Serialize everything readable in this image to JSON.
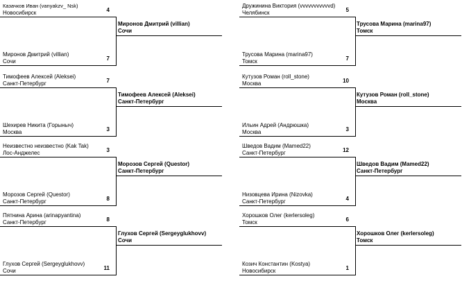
{
  "left": [
    {
      "p1": {
        "name": "Казачков Иван (vanyakzv_ Nsk)",
        "city": "Новосибирск",
        "score": "4"
      },
      "p2": {
        "name": "Миронов Дмитрий (villian)",
        "city": "Сочи",
        "score": "7"
      },
      "winner": {
        "name": "Миронов Дмитрий (villian)",
        "city": "Сочи"
      }
    },
    {
      "p1": {
        "name": "Тимофеев Алексей (Aleksei)",
        "city": "Санкт-Петербург",
        "score": "7"
      },
      "p2": {
        "name": "Шехирев Никита (Горыныч)",
        "city": "Москва",
        "score": "3"
      },
      "winner": {
        "name": "Тимофеев Алексей (Aleksei)",
        "city": "Санкт-Петербург"
      }
    },
    {
      "p1": {
        "name": "Неизвестно неизвестно (Kak Tak)",
        "city": "Лос-Анджелес",
        "score": "3"
      },
      "p2": {
        "name": "Морозов Сергей (Questor)",
        "city": "Санкт-Петербург",
        "score": "8"
      },
      "winner": {
        "name": "Морозов Сергей (Questor)",
        "city": "Санкт-Петербург"
      }
    },
    {
      "p1": {
        "name": "Пятнина Арина (arinapyantina)",
        "city": "Санкт-Петербург",
        "score": "8"
      },
      "p2": {
        "name": "Глухов Сергей (Sergeyglukhovv)",
        "city": "Сочи",
        "score": "11"
      },
      "winner": {
        "name": "Глухов Сергей (Sergeyglukhovv)",
        "city": "Сочи"
      }
    }
  ],
  "right": [
    {
      "p1": {
        "name": "Дружинина Виктория (vvvvvvvvvvvd)",
        "city": "Челябинск",
        "score": "5"
      },
      "p2": {
        "name": "Трусова Марина (marina97)",
        "city": "Томск",
        "score": "7"
      },
      "winner": {
        "name": "Трусова Марина (marina97)",
        "city": "Томск"
      }
    },
    {
      "p1": {
        "name": "Кутузов Роман (roll_stone)",
        "city": "Москва",
        "score": "10"
      },
      "p2": {
        "name": "Ильин Адрей (Андрюшка)",
        "city": "Москва",
        "score": "3"
      },
      "winner": {
        "name": "Кутузов Роман (roll_stone)",
        "city": "Москва"
      }
    },
    {
      "p1": {
        "name": "Шведов Вадим (Mamed22)",
        "city": "Санкт-Петербург",
        "score": "12"
      },
      "p2": {
        "name": "Низовцева Ирина (Nizovka)",
        "city": "Санкт-Петербург",
        "score": "4"
      },
      "winner": {
        "name": "Шведов Вадим (Mamed22)",
        "city": "Санкт-Петербург"
      }
    },
    {
      "p1": {
        "name": "Хорошков Олег (kerlersoleg)",
        "city": "Томск",
        "score": "6"
      },
      "p2": {
        "name": "Козич Константин (Kostya)",
        "city": "Новосибирск",
        "score": "1"
      },
      "winner": {
        "name": "Хорошков Олег (kerlersoleg)",
        "city": "Томск"
      }
    }
  ]
}
